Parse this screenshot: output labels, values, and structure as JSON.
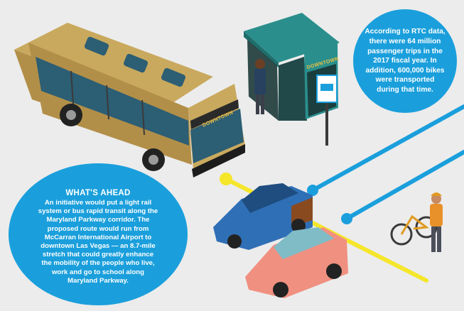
{
  "shelter": {
    "sign_label": "DOWNTOWN"
  },
  "bus": {
    "destination_label": "DOWNTOWN"
  },
  "stats_bubble": {
    "text": "According to RTC data, there were 64 million passenger trips in the 2017 fiscal year. In addition, 600,000 bikes were transported during that time."
  },
  "ahead_bubble": {
    "heading": "WHAT'S AHEAD",
    "body": "An initiative would put a light rail system or bus rapid transit along the Maryland Parkway corridor. The proposed route would run from McCarran International Airport to downtown Las Vegas — an 8.7-mile stretch that could greatly enhance the mobility of the people who live, work and go to school along Maryland Parkway."
  },
  "colors": {
    "background": "#ececec",
    "bubble_blue": "#1a9fdc",
    "bus_body": "#c9a95e",
    "shelter_teal": "#2a8f8c",
    "car_blue": "#2f6fb5",
    "car_pink": "#f09080",
    "route_yellow": "#f5e62a"
  }
}
